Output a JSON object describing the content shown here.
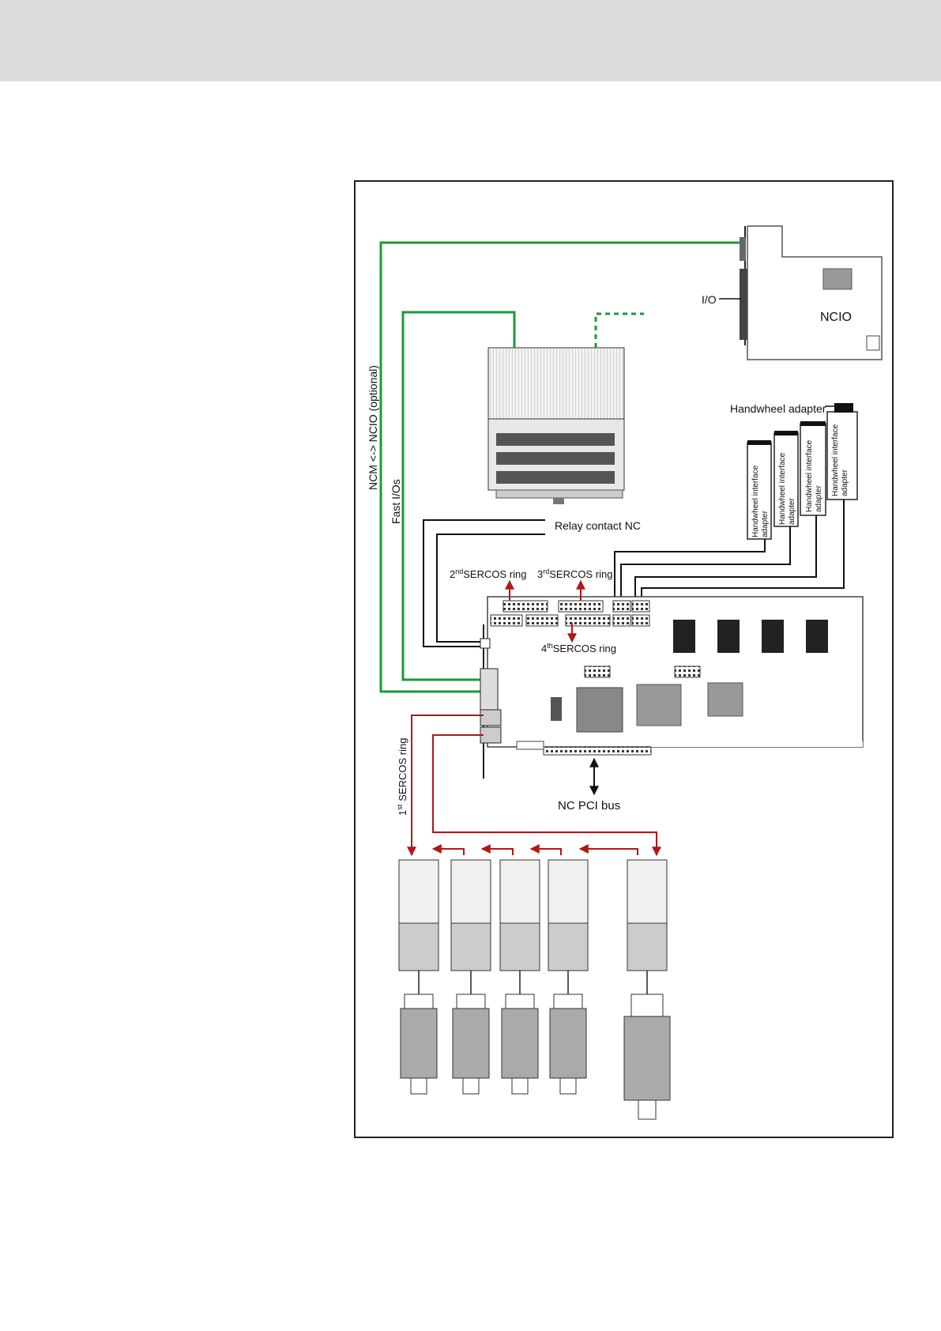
{
  "labels": {
    "ncm_ncio": "NCM <-> NCIO (optional)",
    "fast_ios": "Fast I/Os",
    "io": "I/O",
    "ncio": "NCIO",
    "handwheel_adapter": "Handwheel adapter",
    "handwheel_interface_line1": "Handwheel interface",
    "handwheel_interface_line2": "adapter",
    "relay_contact": "Relay contact NC",
    "sercos2_sup": "nd",
    "sercos2_text": "SERCOS ring",
    "sercos3_sup": "rd",
    "sercos3_text": "SERCOS ring",
    "sercos4_sup": "th",
    "sercos4_text": "SERCOS ring",
    "sercos1_num": "1",
    "sercos1_sup": "st",
    "sercos1_text": "SERCOS ring",
    "sercos2_num": "2",
    "sercos3_num": "3",
    "sercos4_num": "4",
    "nc_pci_bus": "NC PCI bus"
  },
  "colors": {
    "green_line": "#1a9a3a",
    "red_line": "#b01818",
    "black_line": "#111111",
    "header_band": "#dcdcdc"
  }
}
